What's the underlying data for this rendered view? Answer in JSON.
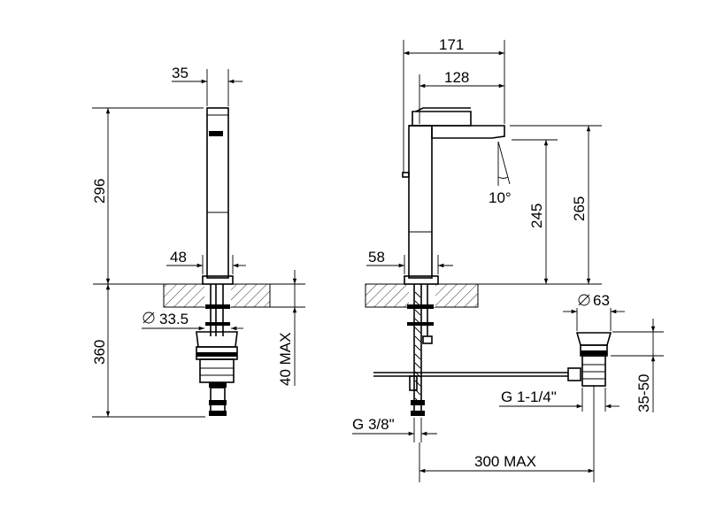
{
  "dimensions": {
    "side_width_top": "35",
    "side_height": "296",
    "side_base": "48",
    "side_hole": "33.5",
    "side_below": "360",
    "counter_thickness": "40 MAX",
    "front_overall": "171",
    "front_spout": "128",
    "front_tilt": "10°",
    "front_outlet_height": "245",
    "front_total_height": "265",
    "front_base": "58",
    "drain_diameter": "63",
    "drain_thread": "G 1-1/4\"",
    "drain_range": "35-50",
    "supply_thread": "G 3/8\"",
    "drain_offset": "300 MAX"
  },
  "colors": {
    "line": "#000000",
    "background": "#ffffff"
  }
}
